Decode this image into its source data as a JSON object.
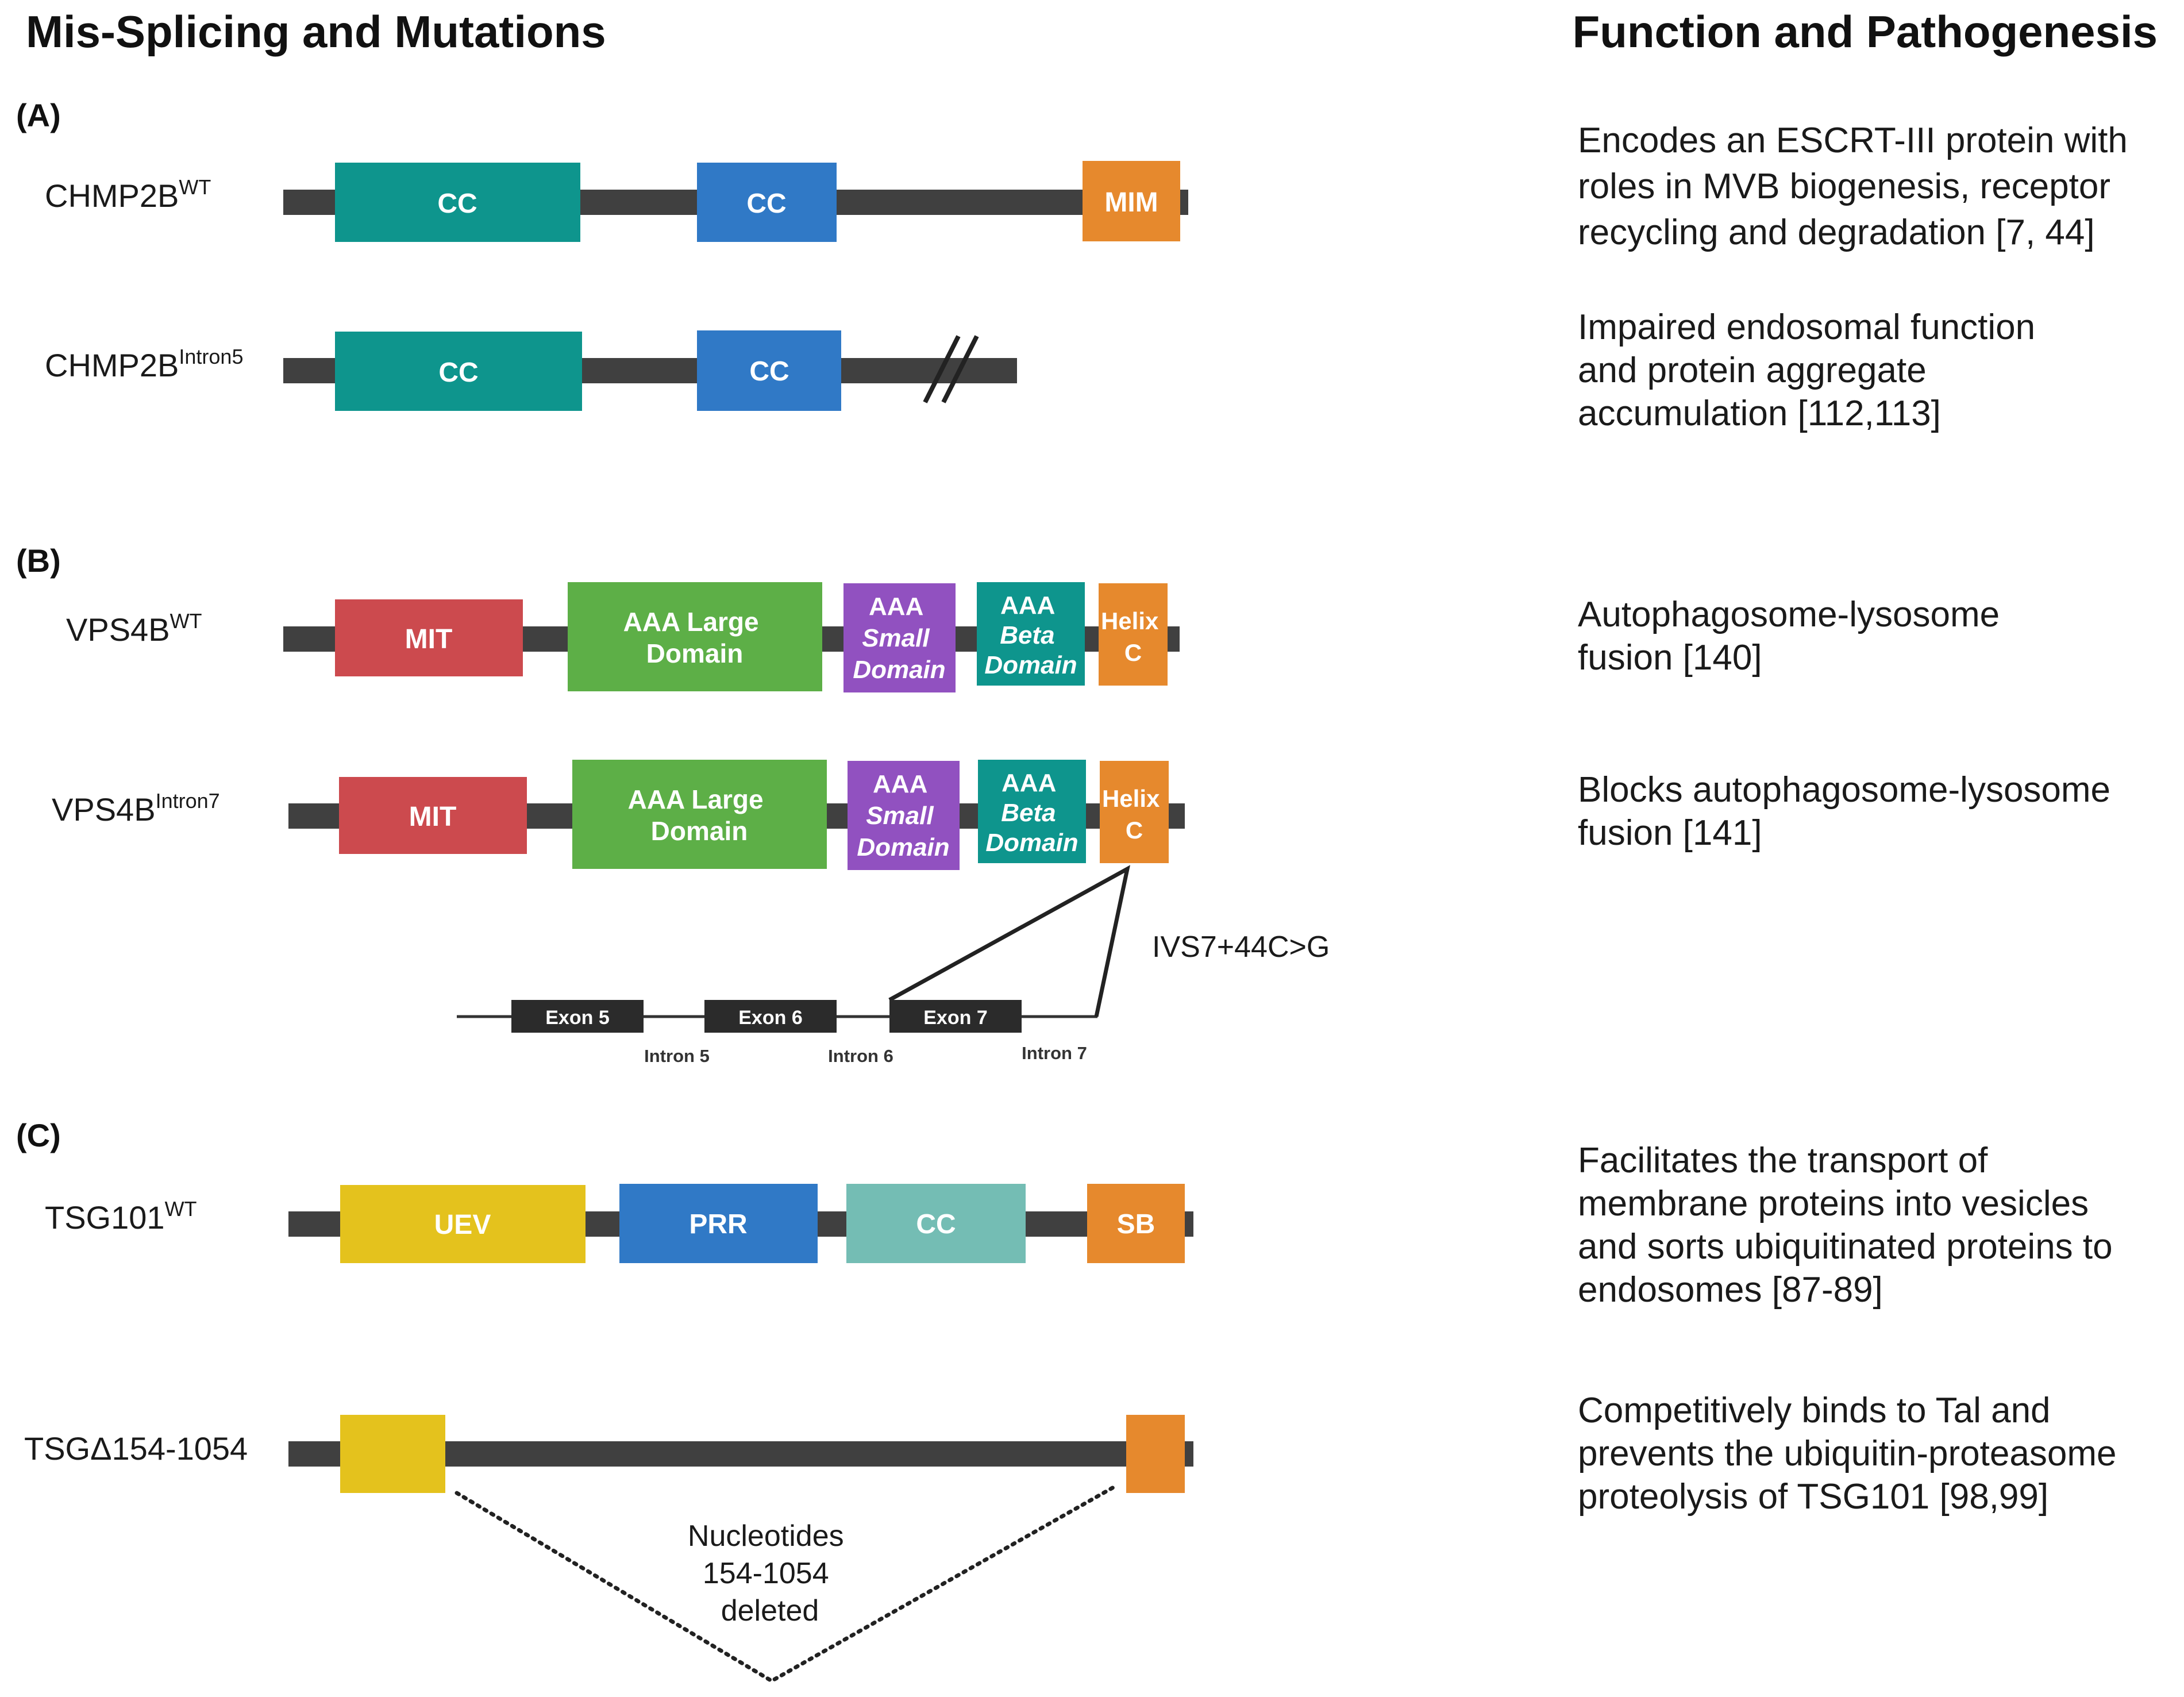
{
  "headings": {
    "left": "Mis-Splicing and Mutations",
    "right": "Function and Pathogenesis"
  },
  "panels": {
    "a": "(A)",
    "b": "(B)",
    "c": "(C)"
  },
  "colors": {
    "backbone": "#404040",
    "cc_teal": "#0e958d",
    "blue": "#3079c6",
    "orange": "#e6892d",
    "red": "#cc4a4e",
    "green": "#5daf47",
    "purple": "#9151c0",
    "yellow": "#e4c21d",
    "light_teal": "#74bdb4",
    "exon_box": "#2b2b2b"
  },
  "proteins": {
    "chmp2b_wt": {
      "name": "CHMP2B",
      "sup": "WT",
      "domains": [
        "CC",
        "CC",
        "MIM"
      ],
      "description": [
        "Encodes an ESCRT-III protein with",
        "roles in MVB biogenesis, receptor",
        "recycling and degradation [7, 44]"
      ]
    },
    "chmp2b_intron5": {
      "name": "CHMP2B",
      "sup": "Intron5",
      "domains": [
        "CC",
        "CC"
      ],
      "description": [
        "Impaired endosomal function",
        "and protein aggregate",
        "accumulation [112,113]"
      ]
    },
    "vps4b_wt": {
      "name": "VPS4B",
      "sup": "WT",
      "domains": [
        {
          "lines": [
            "MIT"
          ]
        },
        {
          "lines": [
            "AAA Large",
            "Domain"
          ]
        },
        {
          "lines": [
            "AAA",
            "Small",
            "Domain"
          ]
        },
        {
          "lines": [
            "AAA",
            "Beta",
            "Domain"
          ]
        },
        {
          "lines": [
            "Helix",
            "C"
          ]
        }
      ],
      "description": [
        "Autophagosome-lysosome",
        "fusion [140]"
      ]
    },
    "vps4b_intron7": {
      "name": "VPS4B",
      "sup": "Intron7",
      "domains": [
        {
          "lines": [
            "MIT"
          ]
        },
        {
          "lines": [
            "AAA Large",
            "Domain"
          ]
        },
        {
          "lines": [
            "AAA",
            "Small",
            "Domain"
          ]
        },
        {
          "lines": [
            "AAA",
            "Beta",
            "Domain"
          ]
        },
        {
          "lines": [
            "Helix",
            "C"
          ]
        }
      ],
      "description": [
        "Blocks autophagosome-lysosome",
        "fusion [141]"
      ]
    },
    "tsg101_wt": {
      "name": "TSG101",
      "sup": "WT",
      "domains": [
        "UEV",
        "PRR",
        "CC",
        "SB"
      ],
      "description": [
        "Facilitates the transport of",
        "membrane proteins into vesicles",
        "and sorts ubiquitinated proteins to",
        "endosomes [87-89]"
      ]
    },
    "tsg_delta": {
      "name": "TSGΔ154-1054",
      "description": [
        "Competitively binds to Tal and",
        "prevents the ubiquitin-proteasome",
        "proteolysis of TSG101 [98,99]"
      ]
    }
  },
  "gene_structure": {
    "exons": [
      "Exon 5",
      "Exon 6",
      "Exon 7"
    ],
    "introns": [
      "Intron 5",
      "Intron 6",
      "Intron 7"
    ],
    "mutation": "IVS7+44C>G"
  },
  "deletion_note": [
    "Nucleotides",
    "154-1054",
    "deleted"
  ]
}
